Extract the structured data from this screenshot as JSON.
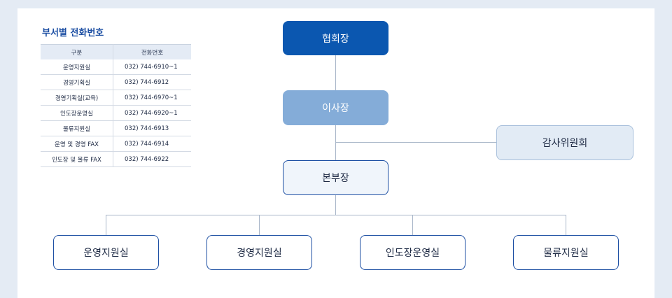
{
  "phone_directory": {
    "title": "부서별 전화번호",
    "headers": [
      "구분",
      "전화번호"
    ],
    "rows": [
      [
        "운영지원실",
        "032) 744-6910~1"
      ],
      [
        "경영기획실",
        "032) 744-6912"
      ],
      [
        "경영기획실(교육)",
        "032) 744-6970~1"
      ],
      [
        "인도장운영실",
        "032) 744-6920~1"
      ],
      [
        "물류지원실",
        "032) 744-6913"
      ],
      [
        "운영 및 경영 FAX",
        "032) 744-6914"
      ],
      [
        "인도장 및 물류 FAX",
        "032) 744-6922"
      ]
    ]
  },
  "org_chart": {
    "president": "협회장",
    "chairman": "이사장",
    "audit_committee": "감사위원회",
    "headquarters_head": "본부장",
    "departments": [
      "운영지원실",
      "경영지원실",
      "인도장운영실",
      "물류지원실"
    ]
  },
  "colors": {
    "primary": "#0b57b0",
    "secondary": "#84acd8",
    "light": "#e2ebf5",
    "line": "#a8b6c8",
    "background_frame": "#e4ebf4"
  }
}
